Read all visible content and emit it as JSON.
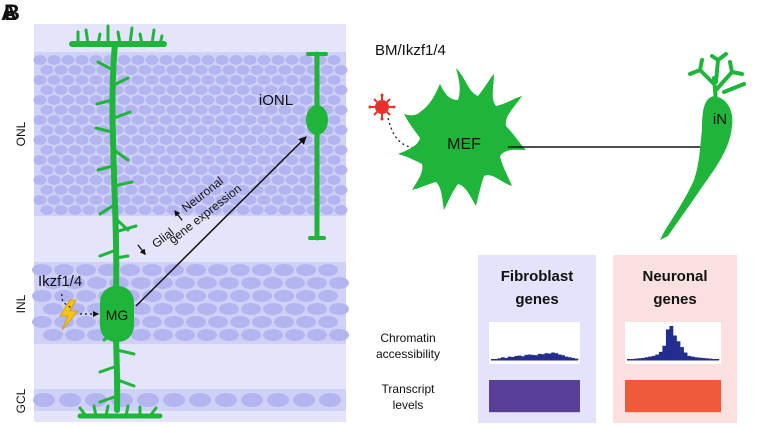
{
  "panels": {
    "a": "A",
    "b": "B"
  },
  "retina": {
    "layers": [
      "ONL",
      "INL",
      "GCL"
    ],
    "cells": {
      "mg": "MG",
      "ionl": "iONL"
    },
    "factor": "Ikzf1/4",
    "arrow_glial": "Glial",
    "arrow_neuronal": "Neuronal",
    "arrow_gene": "gene expression"
  },
  "reprogramming": {
    "factors": "BM/Ikzf1/4",
    "source": "MEF",
    "target": "iN"
  },
  "genes": {
    "fibroblast_line1": "Fibroblast",
    "fibroblast_line2": "genes",
    "neuronal_line1": "Neuronal",
    "neuronal_line2": "genes",
    "row1_line1": "Chromatin",
    "row1_line2": "accessibility",
    "row2_line1": "Transcript",
    "row2_line2": "levels"
  },
  "colors": {
    "cell_green": "#1fb53a",
    "retina_bg": "#dfe0fa",
    "nucleus_blue": "#b3b5f0",
    "fibro_bg": "#e3e3fb",
    "neuro_bg": "#fbe0e0",
    "signal_blue": "#232c8f",
    "virus_red": "#e8312a",
    "bolt_yellow": "#f6c31c"
  },
  "icons": [
    "lightning-bolt-icon",
    "virus-icon"
  ],
  "chart_data": {
    "type": "bar",
    "series": [
      {
        "name": "Fibroblast genes",
        "values": [
          0.02,
          0.03,
          0.05,
          0.08,
          0.06,
          0.1,
          0.09,
          0.12,
          0.13,
          0.11,
          0.15,
          0.16,
          0.15,
          0.14,
          0.18,
          0.17,
          0.2,
          0.19,
          0.22,
          0.2,
          0.16,
          0.14,
          0.1,
          0.08,
          0.06,
          0.04
        ]
      },
      {
        "name": "Neuronal genes",
        "values": [
          0.02,
          0.03,
          0.04,
          0.05,
          0.06,
          0.08,
          0.1,
          0.12,
          0.16,
          0.24,
          0.42,
          0.9,
          1.0,
          0.72,
          0.55,
          0.38,
          0.22,
          0.12,
          0.1,
          0.08,
          0.07,
          0.06,
          0.05,
          0.04,
          0.03,
          0.02
        ]
      }
    ]
  }
}
